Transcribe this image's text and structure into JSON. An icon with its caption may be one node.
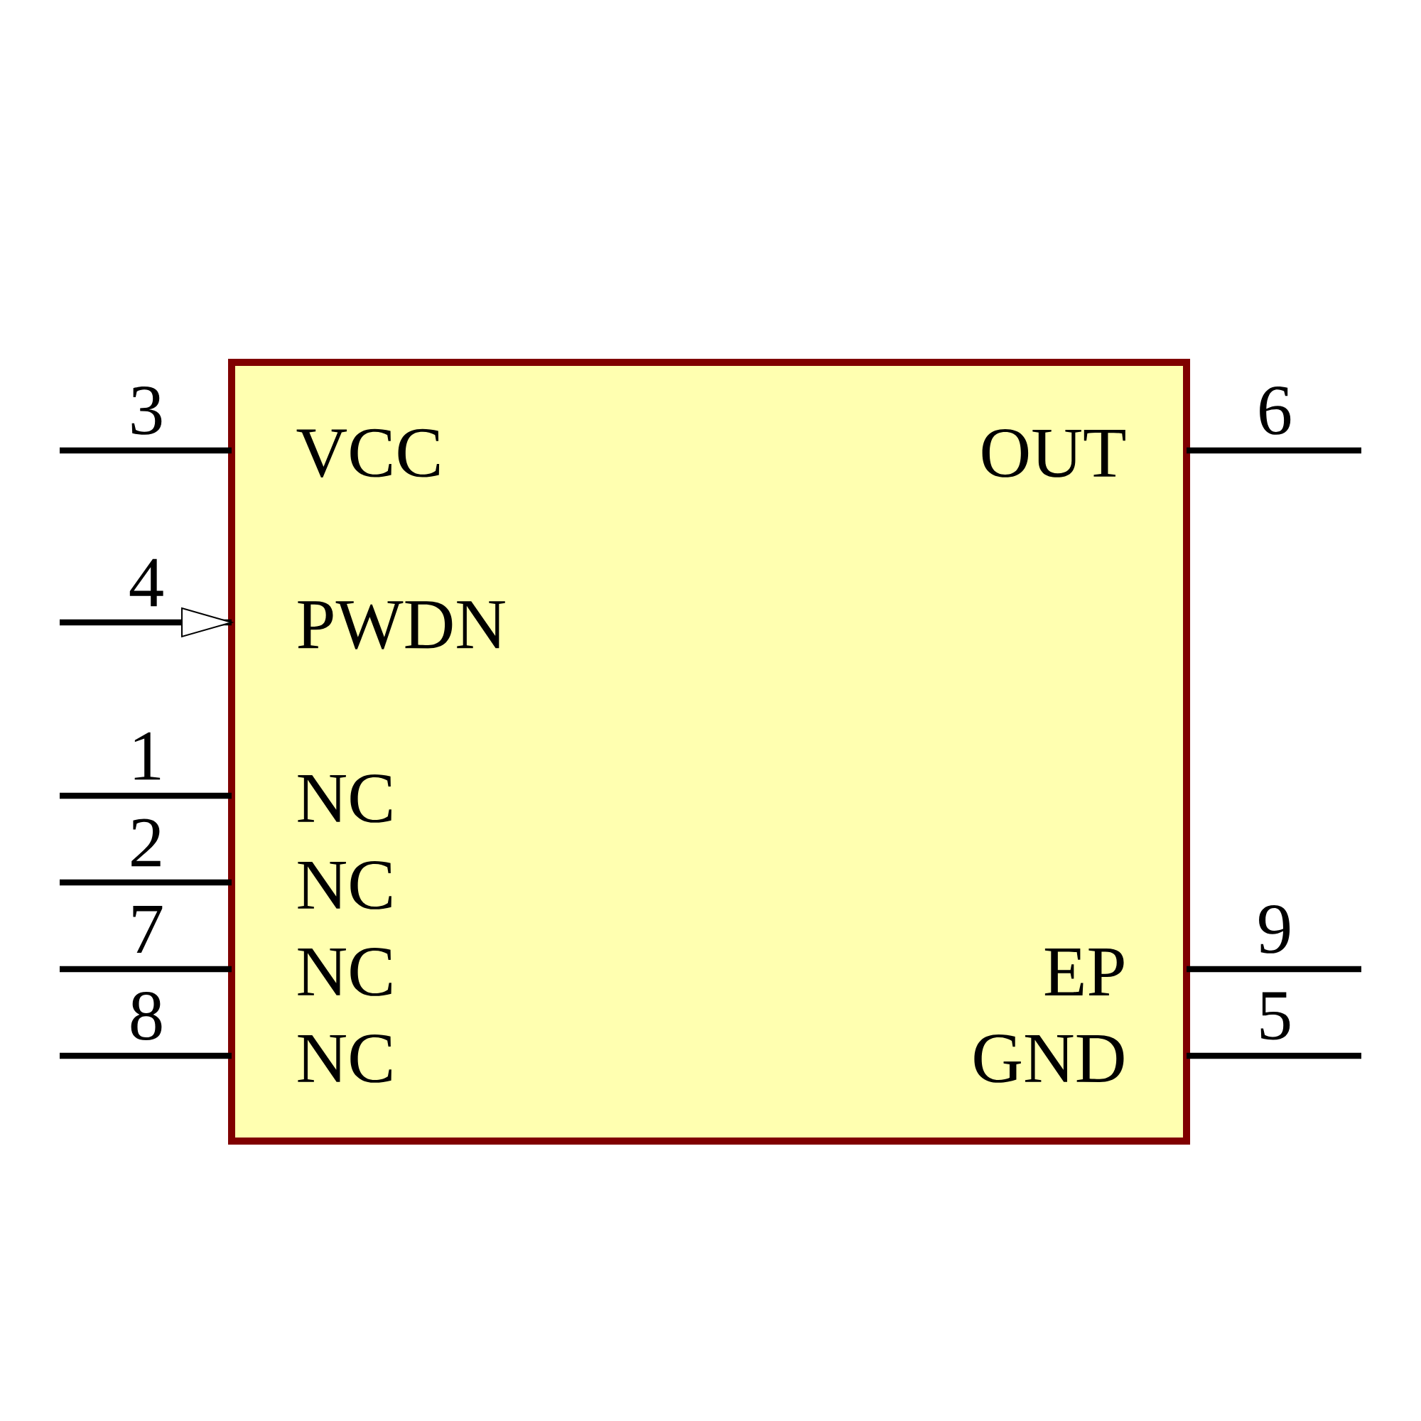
{
  "diagram": {
    "nodes": [
      {
        "text": [],
        "shape": "box"
      }
    ],
    "labels": [
      "3",
      "VCC",
      "OUT",
      "6",
      "4",
      "PWDN",
      "1",
      "NC",
      "2",
      "NC",
      "7",
      "NC",
      "EP",
      "9",
      "8",
      "NC",
      "GND",
      "5"
    ]
  }
}
